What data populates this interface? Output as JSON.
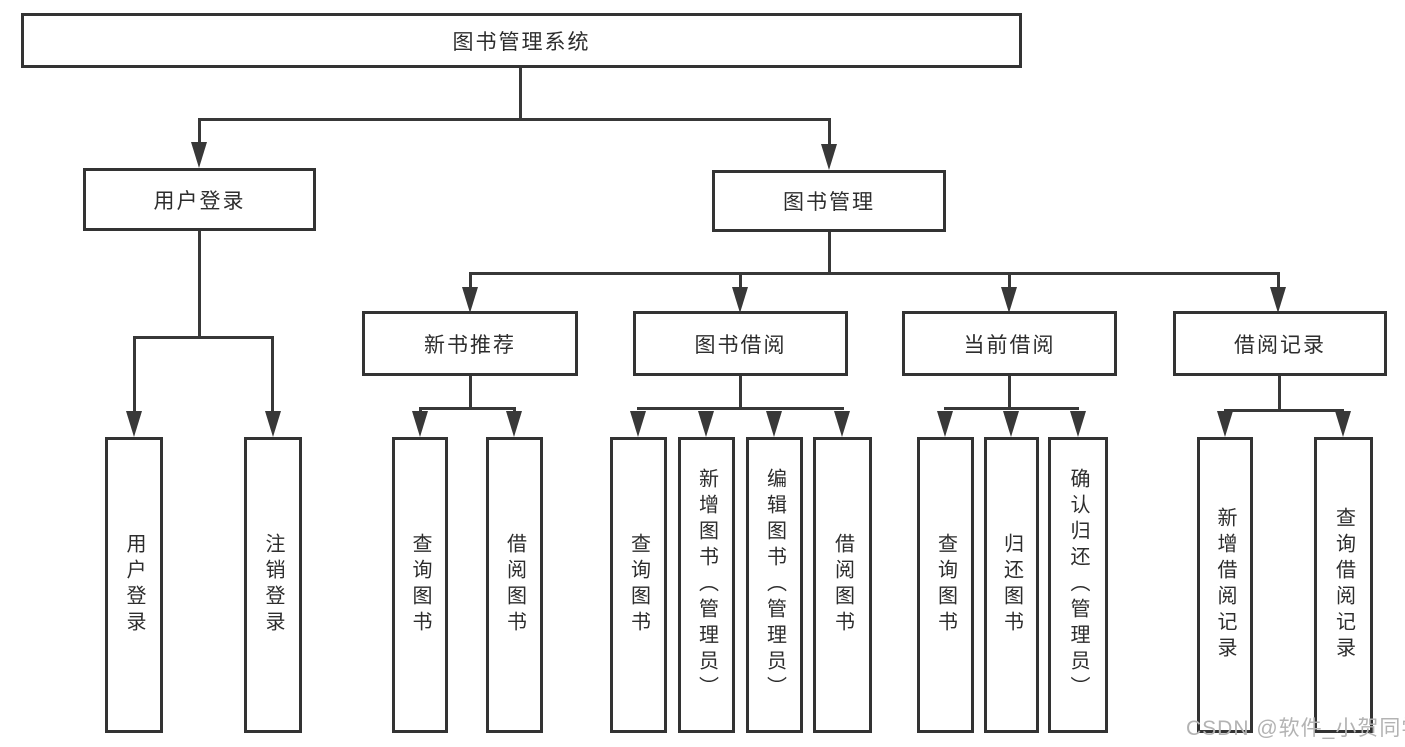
{
  "diagram": {
    "title": "图书管理系统",
    "root": {
      "label": "图书管理系统"
    },
    "level2": {
      "login": {
        "label": "用户登录"
      },
      "mgmt": {
        "label": "图书管理"
      }
    },
    "level3": {
      "rec": {
        "label": "新书推荐"
      },
      "borrow": {
        "label": "图书借阅"
      },
      "current": {
        "label": "当前借阅"
      },
      "records": {
        "label": "借阅记录"
      }
    },
    "leaves": {
      "login_children": [
        "用户登录",
        "注销登录"
      ],
      "rec_children": [
        "查询图书",
        "借阅图书"
      ],
      "borrow_children": [
        "查询图书",
        "新增图书（管理员）",
        "编辑图书（管理员）",
        "借阅图书"
      ],
      "current_children": [
        "查询图书",
        "归还图书",
        "确认归还（管理员）"
      ],
      "records_children": [
        "新增借阅记录",
        "查询借阅记录"
      ]
    }
  },
  "watermark": "CSDN @软件_小贺同学",
  "colors": {
    "line": "#383838",
    "border": "#333333",
    "text": "#2d2d2d",
    "box_fill": "#ffffff",
    "watermark": "#b3b3b3",
    "background": "#ffffff"
  }
}
